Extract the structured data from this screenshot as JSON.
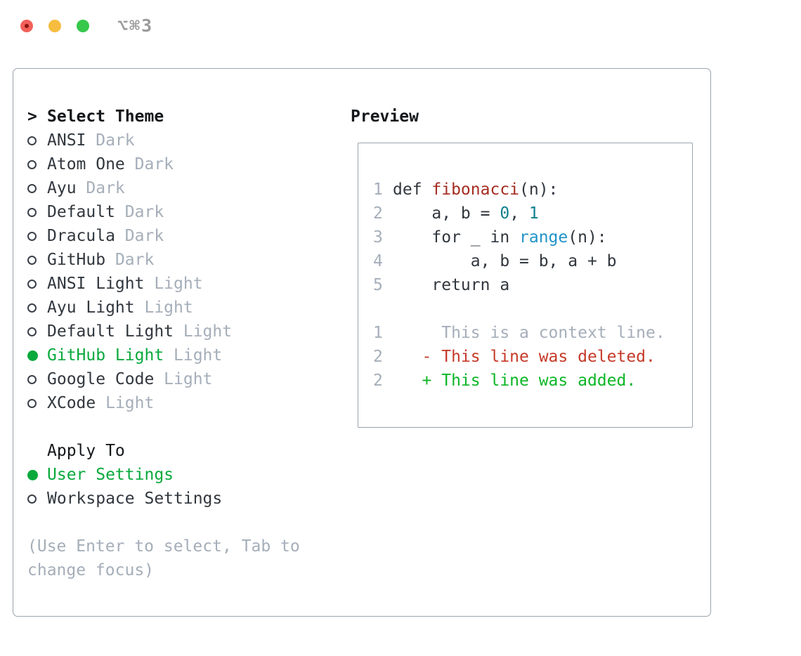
{
  "window": {
    "shortcut_label": "⌥⌘3"
  },
  "left": {
    "prompt": ">",
    "title": "Select Theme",
    "themes": [
      {
        "label": "ANSI",
        "variant": "Dark",
        "selected": false
      },
      {
        "label": "Atom One",
        "variant": "Dark",
        "selected": false
      },
      {
        "label": "Ayu",
        "variant": "Dark",
        "selected": false
      },
      {
        "label": "Default",
        "variant": "Dark",
        "selected": false
      },
      {
        "label": "Dracula",
        "variant": "Dark",
        "selected": false
      },
      {
        "label": "GitHub",
        "variant": "Dark",
        "selected": false
      },
      {
        "label": "ANSI Light",
        "variant": "Light",
        "selected": false
      },
      {
        "label": "Ayu Light",
        "variant": "Light",
        "selected": false
      },
      {
        "label": "Default Light",
        "variant": "Light",
        "selected": false
      },
      {
        "label": "GitHub Light",
        "variant": "Light",
        "selected": true
      },
      {
        "label": "Google Code",
        "variant": "Light",
        "selected": false
      },
      {
        "label": "XCode",
        "variant": "Light",
        "selected": false
      }
    ],
    "apply_to_title": "Apply To",
    "apply_options": [
      {
        "label": "User Settings",
        "selected": true
      },
      {
        "label": "Workspace Settings",
        "selected": false
      }
    ],
    "hint_lines": [
      "(Use Enter to select, Tab to",
      "change focus)"
    ]
  },
  "preview": {
    "title": "Preview",
    "code_lines": [
      {
        "num": "1",
        "tokens": [
          [
            "plain",
            "def "
          ],
          [
            "func",
            "fibonacci"
          ],
          [
            "plain",
            "(n):"
          ]
        ]
      },
      {
        "num": "2",
        "tokens": [
          [
            "plain",
            "    a, b = "
          ],
          [
            "num",
            "0"
          ],
          [
            "plain",
            ", "
          ],
          [
            "num",
            "1"
          ]
        ]
      },
      {
        "num": "3",
        "tokens": [
          [
            "plain",
            "    for _ in "
          ],
          [
            "builtin",
            "range"
          ],
          [
            "plain",
            "(n):"
          ]
        ]
      },
      {
        "num": "4",
        "tokens": [
          [
            "plain",
            "        a, b = b, a + b"
          ]
        ]
      },
      {
        "num": "5",
        "tokens": [
          [
            "plain",
            "    return a"
          ]
        ]
      },
      {
        "num": "",
        "tokens": []
      },
      {
        "num": "1",
        "tokens": [
          [
            "ctx",
            "     This is a context line."
          ]
        ]
      },
      {
        "num": "2",
        "tokens": [
          [
            "del",
            "   - This line was deleted."
          ]
        ]
      },
      {
        "num": "2",
        "tokens": [
          [
            "add",
            "   + This line was added."
          ]
        ]
      }
    ]
  },
  "colors": {
    "text_dark": "#31373e",
    "text_black": "#15181b",
    "text_gray": "#a5aeb9",
    "accent_green": "#09a93c",
    "diff_green": "#0bb626",
    "diff_red": "#c53a29",
    "func_red": "#a52c21",
    "num_teal": "#0e7f8d",
    "builtin_blue": "#2093c8",
    "border_gray": "#9aa4af",
    "traffic_red": "#f2605a",
    "traffic_red_dot": "#8c140c",
    "traffic_yellow": "#f6bd40",
    "traffic_green": "#35c84b",
    "titlebar_text": "#9b9b9b"
  }
}
